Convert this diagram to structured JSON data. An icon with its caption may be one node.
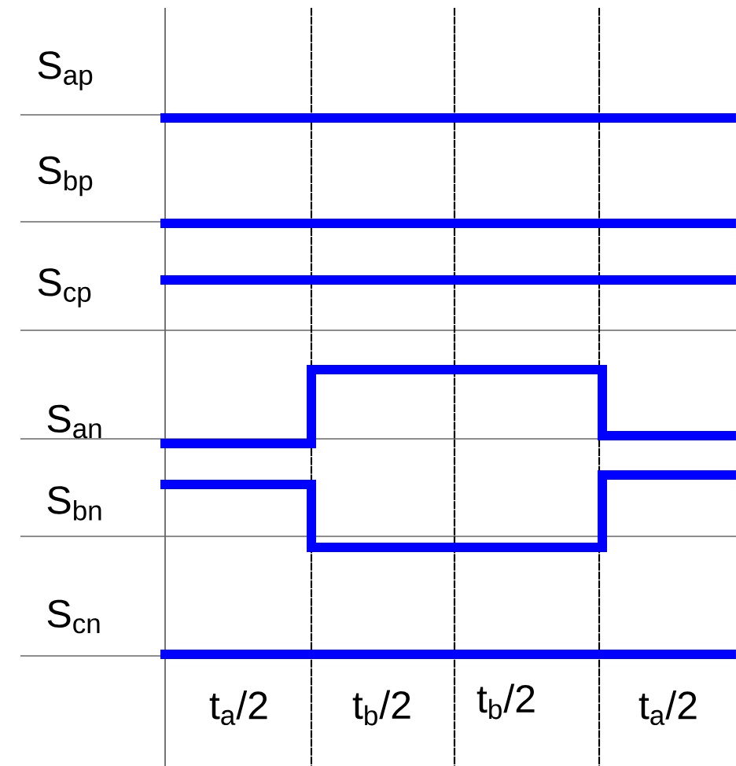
{
  "diagram": {
    "labels": [
      "S$_{ap}$",
      "S$_{bp}$",
      "S$_{cp}$",
      "S$_{an}$",
      "S$_{bn}$",
      "S$_{cn}$",
      "t$_{a}$/2",
      "t$_{b}$/2",
      "t$_{b}$/2",
      "t$_{a}$/2"
    ]
  }
}
